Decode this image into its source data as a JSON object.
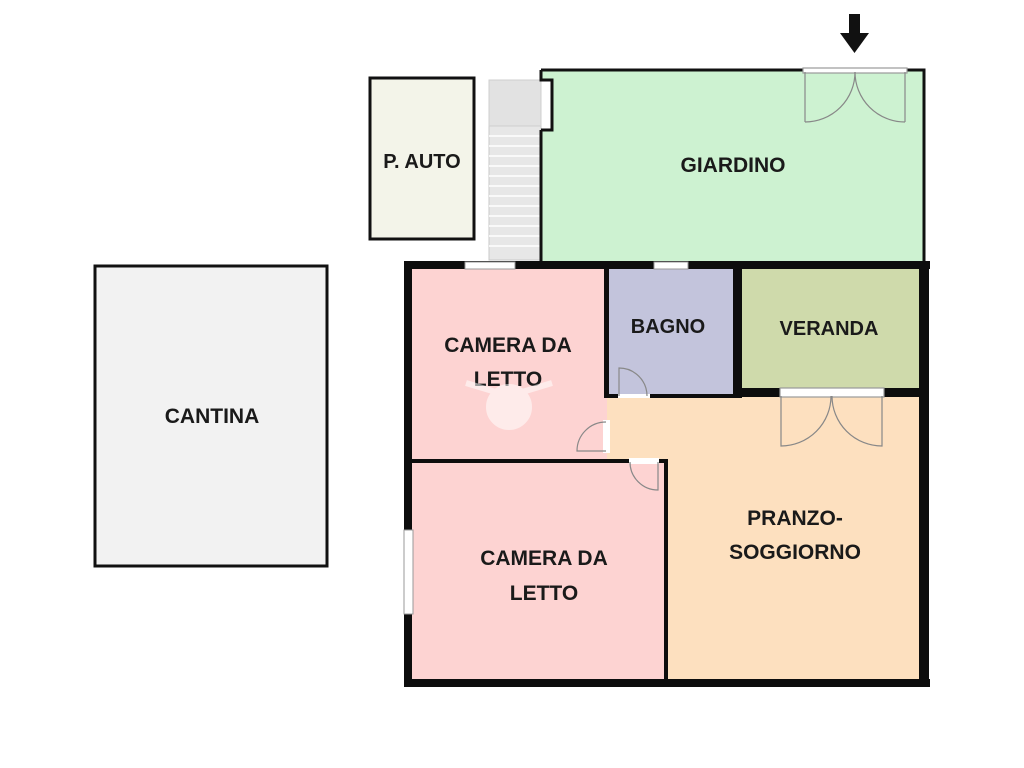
{
  "floorplan": {
    "rooms": {
      "cantina": {
        "label": "CANTINA",
        "color": "#f2f2f2"
      },
      "posto_auto": {
        "label": "P. AUTO",
        "color": "#f3f4e9"
      },
      "giardino": {
        "label": "GIARDINO",
        "color": "#cdf2d1"
      },
      "camera_1": {
        "line1": "CAMERA DA",
        "line2": "LETTO",
        "color": "#fdd3d2"
      },
      "bagno": {
        "label": "BAGNO",
        "color": "#c3c4dc"
      },
      "veranda": {
        "label": "VERANDA",
        "color": "#cfdaab"
      },
      "camera_2": {
        "line1": "CAMERA DA",
        "line2": "LETTO",
        "color": "#fdd3d2"
      },
      "pranzo_soggiorno": {
        "line1": "PRANZO-",
        "line2": "SOGGIORNO",
        "color": "#fde0bf"
      }
    },
    "icons": [
      "entrance-arrow-icon",
      "watermark-logo-icon"
    ],
    "colors": {
      "wall": "#0d0d0d",
      "stairs": "#e6e6e6"
    }
  }
}
